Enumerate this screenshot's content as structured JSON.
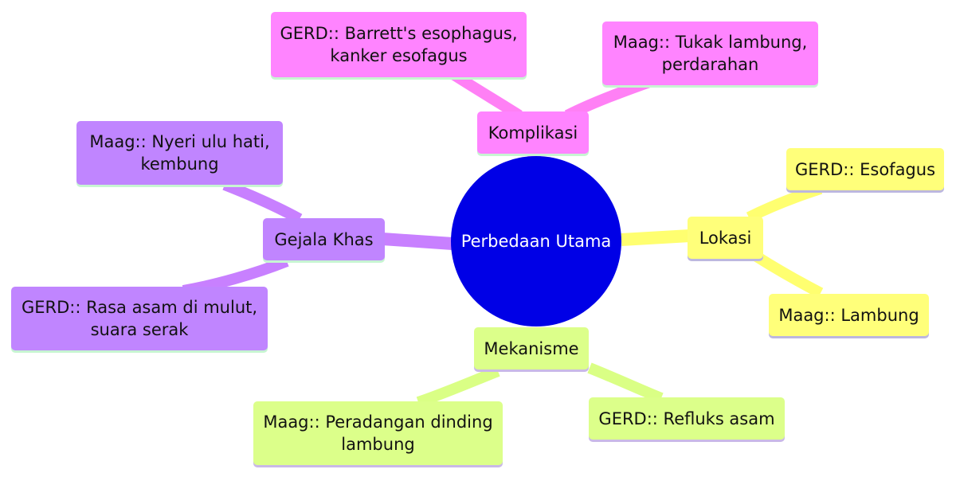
{
  "colors": {
    "center": "#0000e6",
    "komplikasi": "#ff84ff",
    "lokasi": "#ffff7a",
    "mekanisme": "#dcff8a",
    "gejala": "#c085ff",
    "komplikasi_edge": "#ff80f5",
    "lokasi_edge": "#ffff70",
    "mekanisme_edge": "#daff85",
    "gejala_edge": "#c880ff",
    "komplikasi_shadow": "#c7f5d2",
    "lokasi_shadow": "#bcb7df",
    "mekanisme_shadow": "#c9b9e7",
    "gejala_shadow": "#c7f5d2"
  },
  "center": {
    "label": "Perbedaan Utama"
  },
  "branches": {
    "komplikasi": {
      "label": "Komplikasi",
      "gerd": "GERD:: Barrett's esophagus,\nkanker esofagus",
      "maag": "Maag:: Tukak lambung,\nperdarahan"
    },
    "lokasi": {
      "label": "Lokasi",
      "gerd": "GERD:: Esofagus",
      "maag": "Maag:: Lambung"
    },
    "mekanisme": {
      "label": "Mekanisme",
      "maag": "Maag:: Peradangan dinding\nlambung",
      "gerd": "GERD:: Refluks asam"
    },
    "gejala": {
      "label": "Gejala Khas",
      "maag": "Maag:: Nyeri ulu hati,\nkembung",
      "gerd": "GERD:: Rasa asam di mulut,\nsuara serak"
    }
  }
}
